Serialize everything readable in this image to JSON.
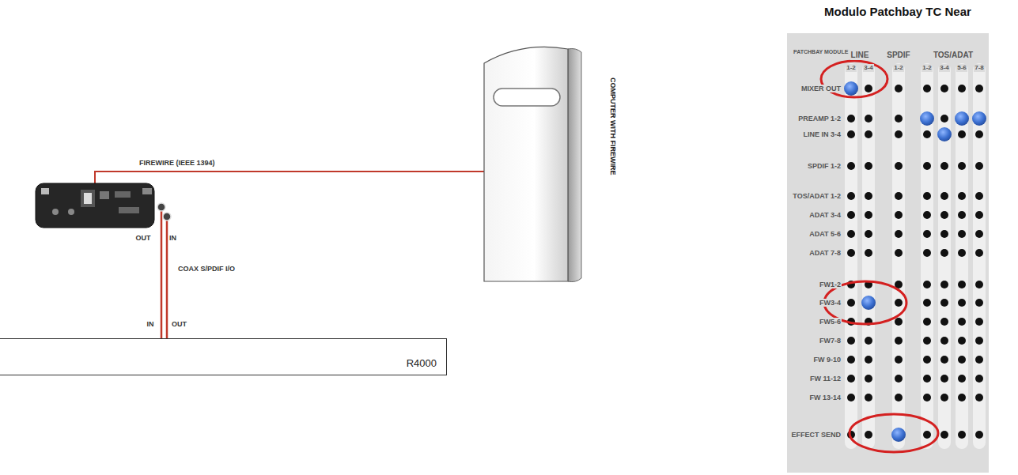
{
  "diagram": {
    "title": "Modulo Patchbay TC Near",
    "nodes": [
      {
        "text": [
          "COMPUTER WITH FIREWIRE"
        ]
      },
      {
        "text": [
          "R4000"
        ]
      },
      {
        "text": [
          "PATCHBAY MODULE"
        ]
      }
    ],
    "labels": [
      "FIREWIRE (IEEE 1394)",
      "OUT",
      "IN",
      "COAX S/PDIF I/O",
      "IN",
      "OUT",
      "LINE",
      "SPDIF",
      "TOS/ADAT",
      "1-2",
      "3-4",
      "1-2",
      "1-2",
      "3-4",
      "5-6",
      "7-8",
      "MIXER OUT",
      "PREAMP 1-2",
      "LINE IN 3-4",
      "SPDIF 1-2",
      "TOS/ADAT 1-2",
      "ADAT 3-4",
      "ADAT 5-6",
      "ADAT 7-8",
      "FW1-2",
      "FW3-4",
      "FW5-6",
      "FW7-8",
      "FW 9-10",
      "FW 11-12",
      "FW 13-14",
      "EFFECT SEND"
    ]
  }
}
